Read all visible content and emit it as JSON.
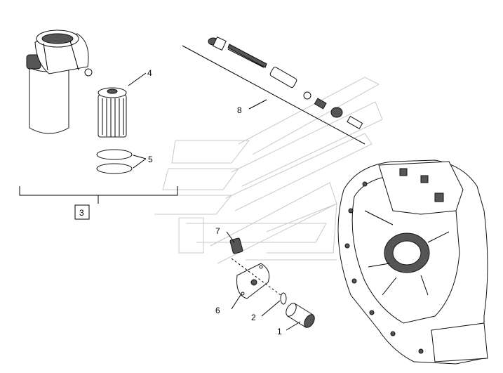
{
  "callouts": [
    {
      "id": "1",
      "label": "1"
    },
    {
      "id": "2",
      "label": "2"
    },
    {
      "id": "3",
      "label": "3"
    },
    {
      "id": "4",
      "label": "4"
    },
    {
      "id": "5",
      "label": "5"
    },
    {
      "id": "6",
      "label": "6"
    },
    {
      "id": "7",
      "label": "7"
    },
    {
      "id": "8",
      "label": "8"
    }
  ],
  "style": {
    "line_color": "#000000",
    "watermark_color": "#c8c8c8",
    "background": "#ffffff"
  }
}
